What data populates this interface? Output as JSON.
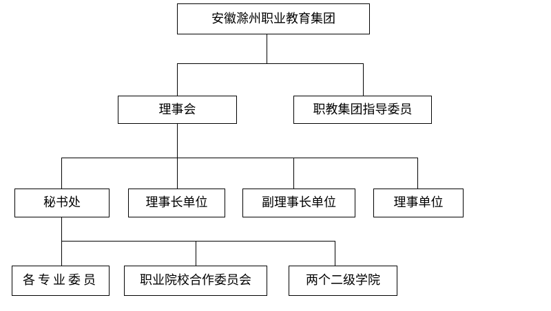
{
  "org_chart": {
    "root": "安徽滁州职业教育集团",
    "level2": {
      "council": "理事会",
      "steering_committee": "职教集团指导委员"
    },
    "level3": {
      "secretariat": "秘书处",
      "chair_units": "理事长单位",
      "vice_chair_units": "副理事长单位",
      "member_units": "理事单位"
    },
    "level4": {
      "specialty_committees": "各专业委员",
      "school_enterprise_committee": "职业院校合作委员会",
      "two_colleges": "两个二级学院"
    }
  },
  "colors": {
    "line": "#000000",
    "box_border": "#000000",
    "background": "#ffffff"
  }
}
